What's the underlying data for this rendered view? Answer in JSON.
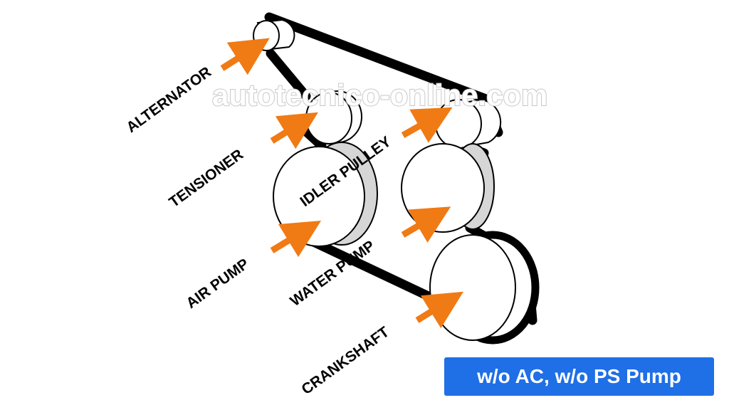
{
  "watermark": "autotecnico-online.com",
  "labels": {
    "alternator": "ALTERNATOR",
    "tensioner": "TENSIONER",
    "idler_pulley": "IDLER PULLEY",
    "air_pump": "AIR PUMP",
    "water_pump": "WATER PUMP",
    "crankshaft": "CRANKSHAFT"
  },
  "badge": "w/o AC, w/o PS Pump",
  "colors": {
    "arrow": "#f07a14",
    "badge": "#1f6fe6",
    "belt": "#000000"
  }
}
